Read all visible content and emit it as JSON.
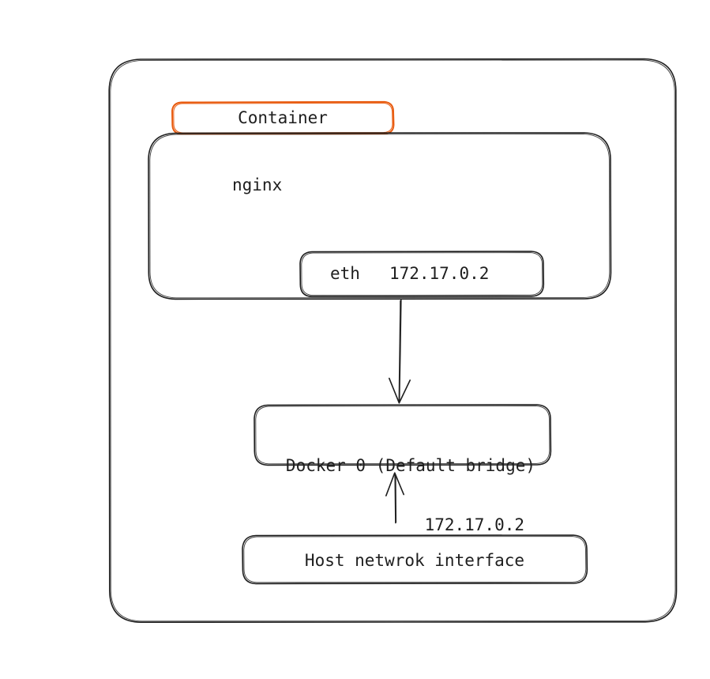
{
  "diagram": {
    "container_label": "Container",
    "nginx_label": "nginx",
    "eth": {
      "label": "eth",
      "ip": "172.17.0.2"
    },
    "docker_bridge": {
      "line1": "Docker 0 (Default bridge)",
      "line2": "172.17.0.2"
    },
    "host_label": "Host netwrok interface"
  },
  "colors": {
    "stroke": "#1e1e1e",
    "accent_orange": "#e8590c",
    "background": "#ffffff"
  }
}
